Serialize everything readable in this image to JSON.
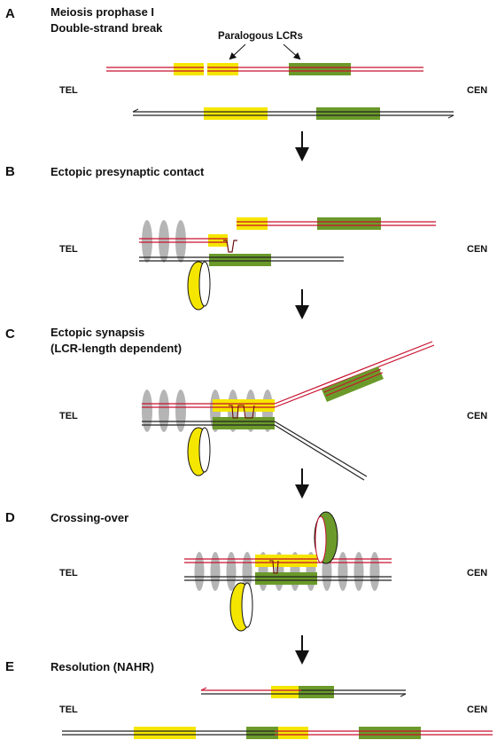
{
  "labels": {
    "tel": "TEL",
    "cen": "CEN"
  },
  "colors": {
    "red_strand": "#c8102e",
    "black_strand": "#222222",
    "lcr_yellow": "#f5e600",
    "lcr_green": "#6b9a2a",
    "overlap": "#a0a040",
    "cohesin": "#b5b5b5"
  },
  "panels": [
    {
      "letter": "A",
      "title_lines": [
        "Meiosis prophase I",
        "Double-strand break"
      ],
      "annotation": "Paralogous LCRs"
    },
    {
      "letter": "B",
      "title_lines": [
        "Ectopic presynaptic contact"
      ]
    },
    {
      "letter": "C",
      "title_lines": [
        "Ectopic synapsis",
        "(LCR-length dependent)"
      ]
    },
    {
      "letter": "D",
      "title_lines": [
        "Crossing-over"
      ]
    },
    {
      "letter": "E",
      "title_lines": [
        "Resolution (NAHR)"
      ]
    }
  ]
}
